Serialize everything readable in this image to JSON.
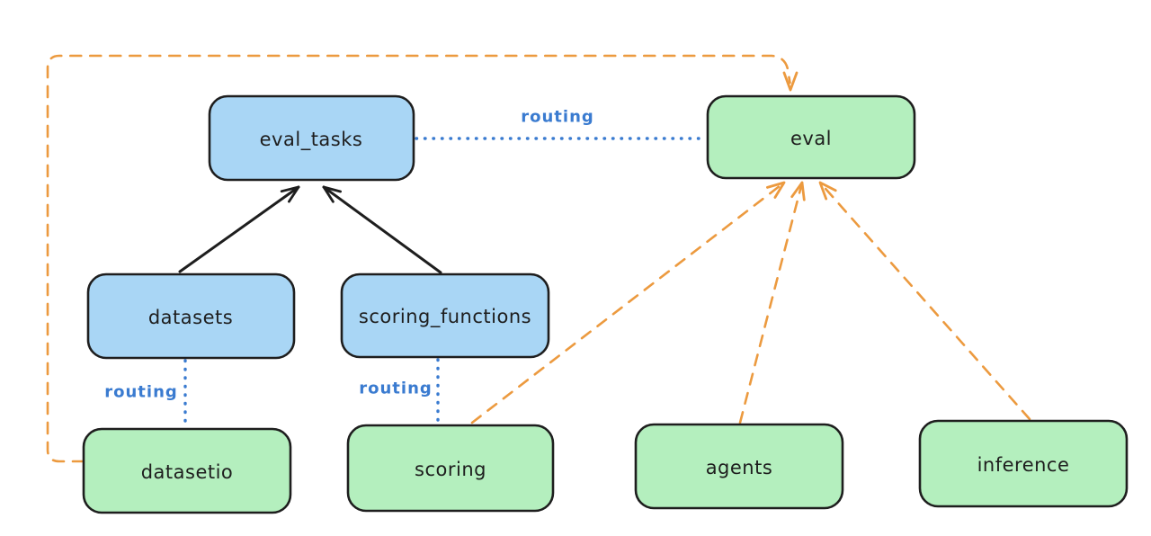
{
  "diagram": {
    "title_hint": "llama-stack eval routing diagram",
    "colors": {
      "background": "#ffffff",
      "api_fill": "#a9d6f5",
      "provider_fill": "#b4efbe",
      "node_stroke": "#1e1e1e",
      "node_text": "#1e1e1e",
      "routing_blue": "#3a7bd0",
      "arrow_black": "#1e1e1e",
      "arrow_orange": "#ec9a3f"
    },
    "nodes": {
      "eval_tasks": {
        "label": "eval_tasks",
        "kind": "api"
      },
      "eval": {
        "label": "eval",
        "kind": "provider"
      },
      "datasets": {
        "label": "datasets",
        "kind": "api"
      },
      "scoring_functions": {
        "label": "scoring_functions",
        "kind": "api"
      },
      "datasetio": {
        "label": "datasetio",
        "kind": "provider"
      },
      "scoring": {
        "label": "scoring",
        "kind": "provider"
      },
      "agents": {
        "label": "agents",
        "kind": "provider"
      },
      "inference": {
        "label": "inference",
        "kind": "provider"
      }
    },
    "edge_labels": {
      "eval_tasks_eval": "routing",
      "datasets_datasetio": "routing",
      "scoring_functions_scoring": "routing"
    }
  }
}
